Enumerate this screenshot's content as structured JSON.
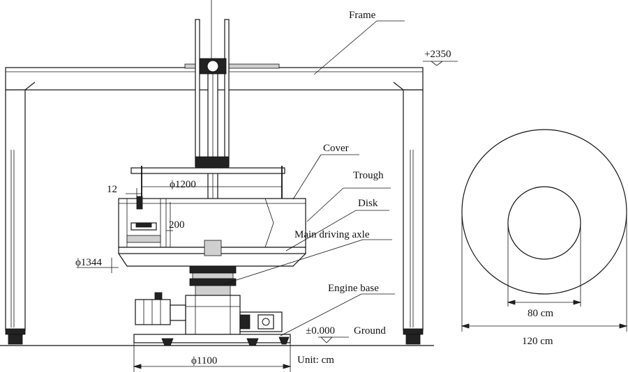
{
  "labels": {
    "frame": "Frame",
    "elev_top": "+2350",
    "cover": "Cover",
    "trough": "Trough",
    "disk": "Disk",
    "main_axle": "Main driving axle",
    "engine_base": "Engine base",
    "ground": "Ground",
    "elev_ground": "±0.000",
    "unit": "Unit: cm"
  },
  "dimensions": {
    "d1200": "ϕ1200",
    "d12": "12",
    "d200": "200",
    "d1344": "ϕ1344",
    "d1100": "ϕ1100",
    "inner": "80 cm",
    "outer": "120 cm"
  }
}
